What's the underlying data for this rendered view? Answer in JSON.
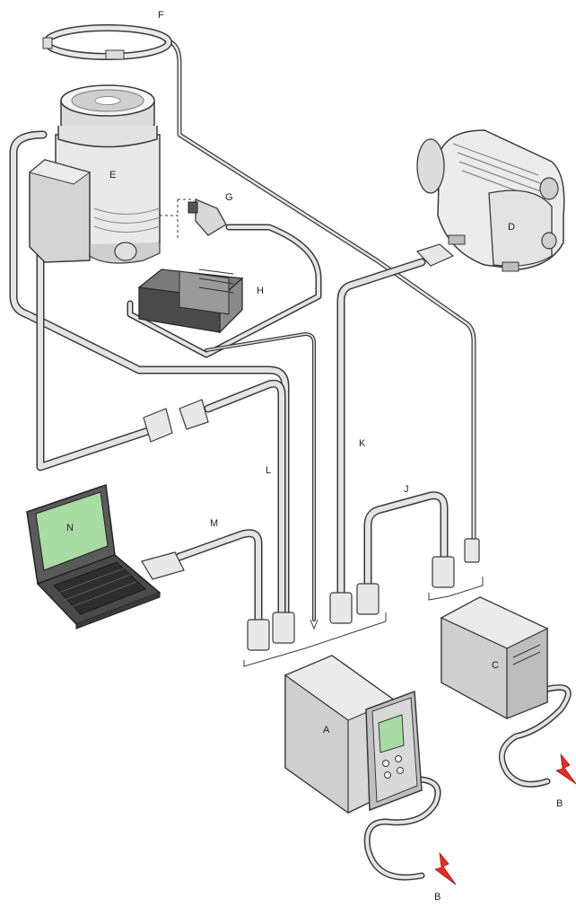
{
  "labels": {
    "A": "A",
    "B1": "B",
    "B2": "B",
    "C": "C",
    "D": "D",
    "E": "E",
    "F": "F",
    "G": "G",
    "H": "H",
    "J": "J",
    "K": "K",
    "L": "L",
    "M": "M",
    "N": "N"
  },
  "colors": {
    "outline": "#3a3a3a",
    "cable_fill": "#e4e4e4",
    "body_light": "#efefef",
    "body_mid": "#d4d4d4",
    "body_dark": "#a8a8a8",
    "screen": "#a9dba4",
    "power_symbol": "#e0302a"
  }
}
